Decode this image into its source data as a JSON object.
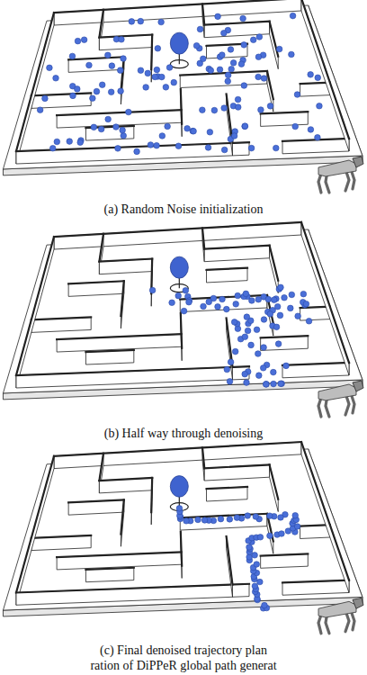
{
  "diagram": {
    "caption": "ration of DiPPeR global path generat",
    "labels": [
      "(a) Random Noise initialization",
      "(b) Half way through denoising",
      "(c) Final denoised trajectory plan"
    ]
  }
}
